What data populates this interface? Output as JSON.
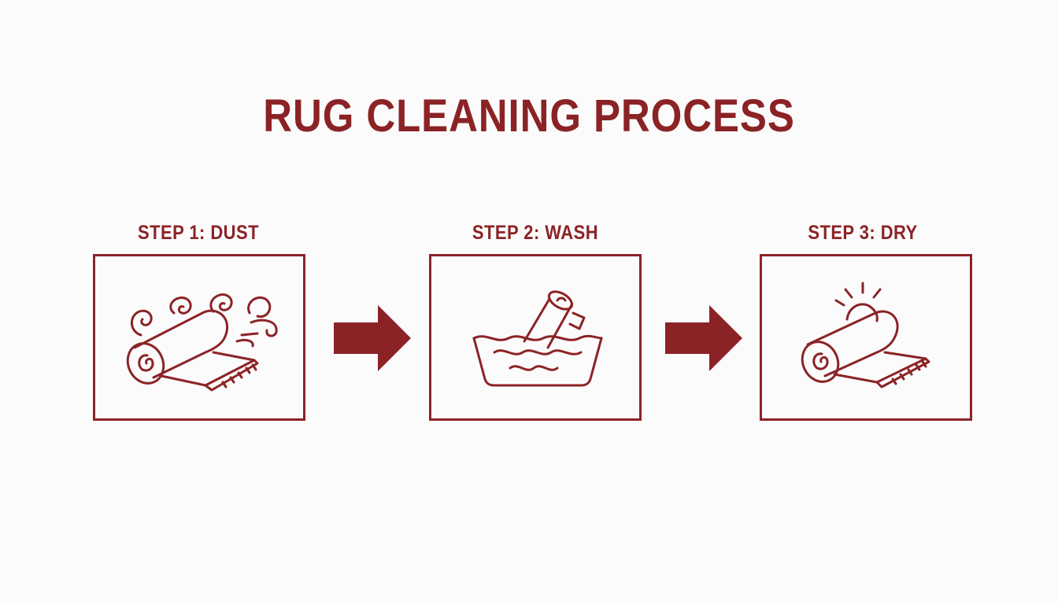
{
  "title": "RUG CLEANING PROCESS",
  "accent_color": "#8b2326",
  "background_color": "#fbfbfb",
  "steps": [
    {
      "label": "STEP 1: DUST",
      "icon": "rolled-rug-dust-icon"
    },
    {
      "label": "STEP 2: WASH",
      "icon": "rug-in-water-basin-icon"
    },
    {
      "label": "STEP 3: DRY",
      "icon": "rolled-rug-sun-icon"
    }
  ],
  "connectors": [
    "arrow-right-icon",
    "arrow-right-icon"
  ]
}
